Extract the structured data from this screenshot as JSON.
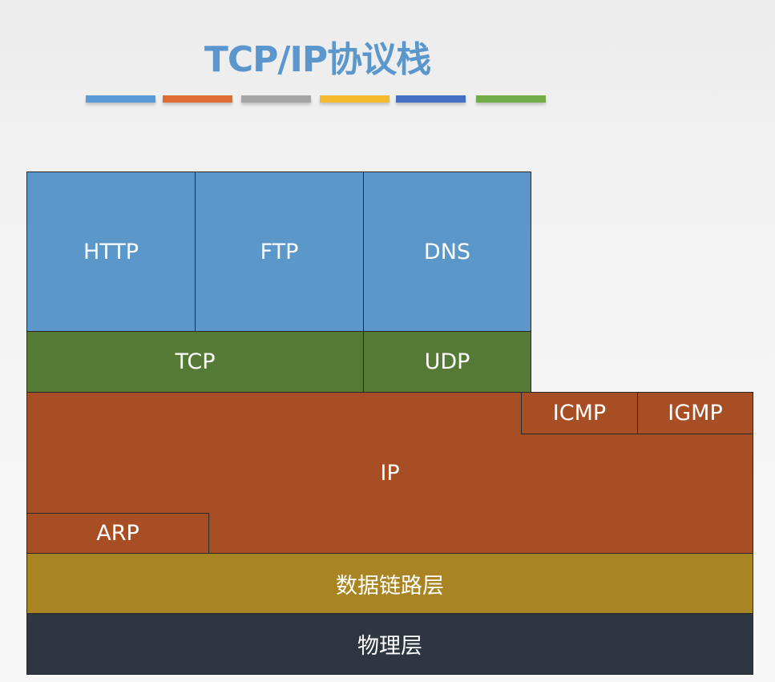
{
  "title": "TCP/IP协议栈",
  "color_bars": [
    "#5b9bd5",
    "#dd6d35",
    "#a5a5a5",
    "#f2ba2c",
    "#4470c1",
    "#70ad47"
  ],
  "colors": {
    "application": "#5b97c9",
    "transport": "#547a35",
    "network": "#a84e25",
    "datalink": "#a88522",
    "physical": "#2e3642"
  },
  "application": [
    "HTTP",
    "FTP",
    "DNS"
  ],
  "transport": {
    "tcp": "TCP",
    "udp": "UDP"
  },
  "network": {
    "ip": "IP",
    "icmp": "ICMP",
    "igmp": "IGMP",
    "arp": "ARP"
  },
  "datalink": "数据链路层",
  "physical": "物理层"
}
